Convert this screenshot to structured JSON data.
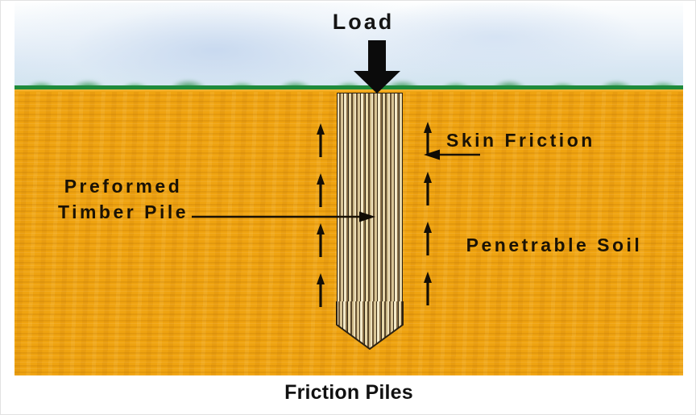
{
  "figure": {
    "caption": "Friction Piles",
    "title": "Friction Piles diagram"
  },
  "scene": {
    "sky_color": "#dbe8f4",
    "grass_color": "#1f8b3c",
    "soil_color": "#efa310",
    "pile_color": "#cbb181"
  },
  "load": {
    "label": "Load",
    "arrow_icon": "down-arrow-icon",
    "direction": "down"
  },
  "labels": {
    "skin_friction": "Skin Friction",
    "preformed_timber_pile": "Preformed Timber Pile",
    "penetrable_soil": "Penetrable Soil"
  },
  "pile": {
    "name": "Preformed Timber Pile",
    "material": "timber",
    "tip_shape": "tapered point"
  },
  "friction_marks": {
    "icon": "up-arrow-icon",
    "direction": "up",
    "left_count": 4,
    "right_count": 4,
    "meaning": "Skin Friction"
  },
  "leaders": {
    "pile_leader_icon": "leader-arrow-right-icon",
    "skin_leader_icon": "leader-arrow-left-icon"
  }
}
